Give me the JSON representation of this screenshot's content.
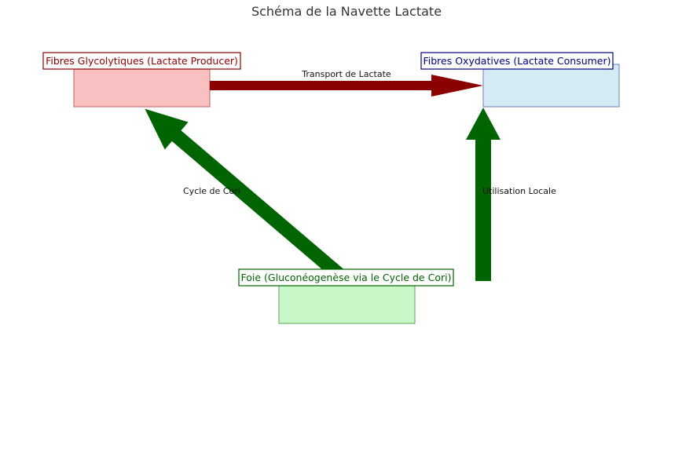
{
  "title": "Schéma de la Navette Lactate",
  "nodes": {
    "glycolytic": {
      "label": "Fibres Glycolytiques (Lactate Producer)",
      "fill": "#f8c0c0",
      "border": "#c06060",
      "label_color": "#8b0000"
    },
    "oxidative": {
      "label": "Fibres Oxydatives (Lactate Consumer)",
      "fill": "#d5ebf3",
      "border": "#6a7fbf",
      "label_color": "#000080"
    },
    "liver": {
      "label": "Foie (Gluconéogenèse via le Cycle de Cori)",
      "fill": "#c8f7c8",
      "border": "#5aa05a",
      "label_color": "#006400"
    }
  },
  "edges": {
    "transport": {
      "label": "Transport de Lactate",
      "color": "#8b0000"
    },
    "cori": {
      "label": "Cycle de Cori",
      "color": "#006400"
    },
    "local": {
      "label": "Utilisation Locale",
      "color": "#006400"
    }
  }
}
